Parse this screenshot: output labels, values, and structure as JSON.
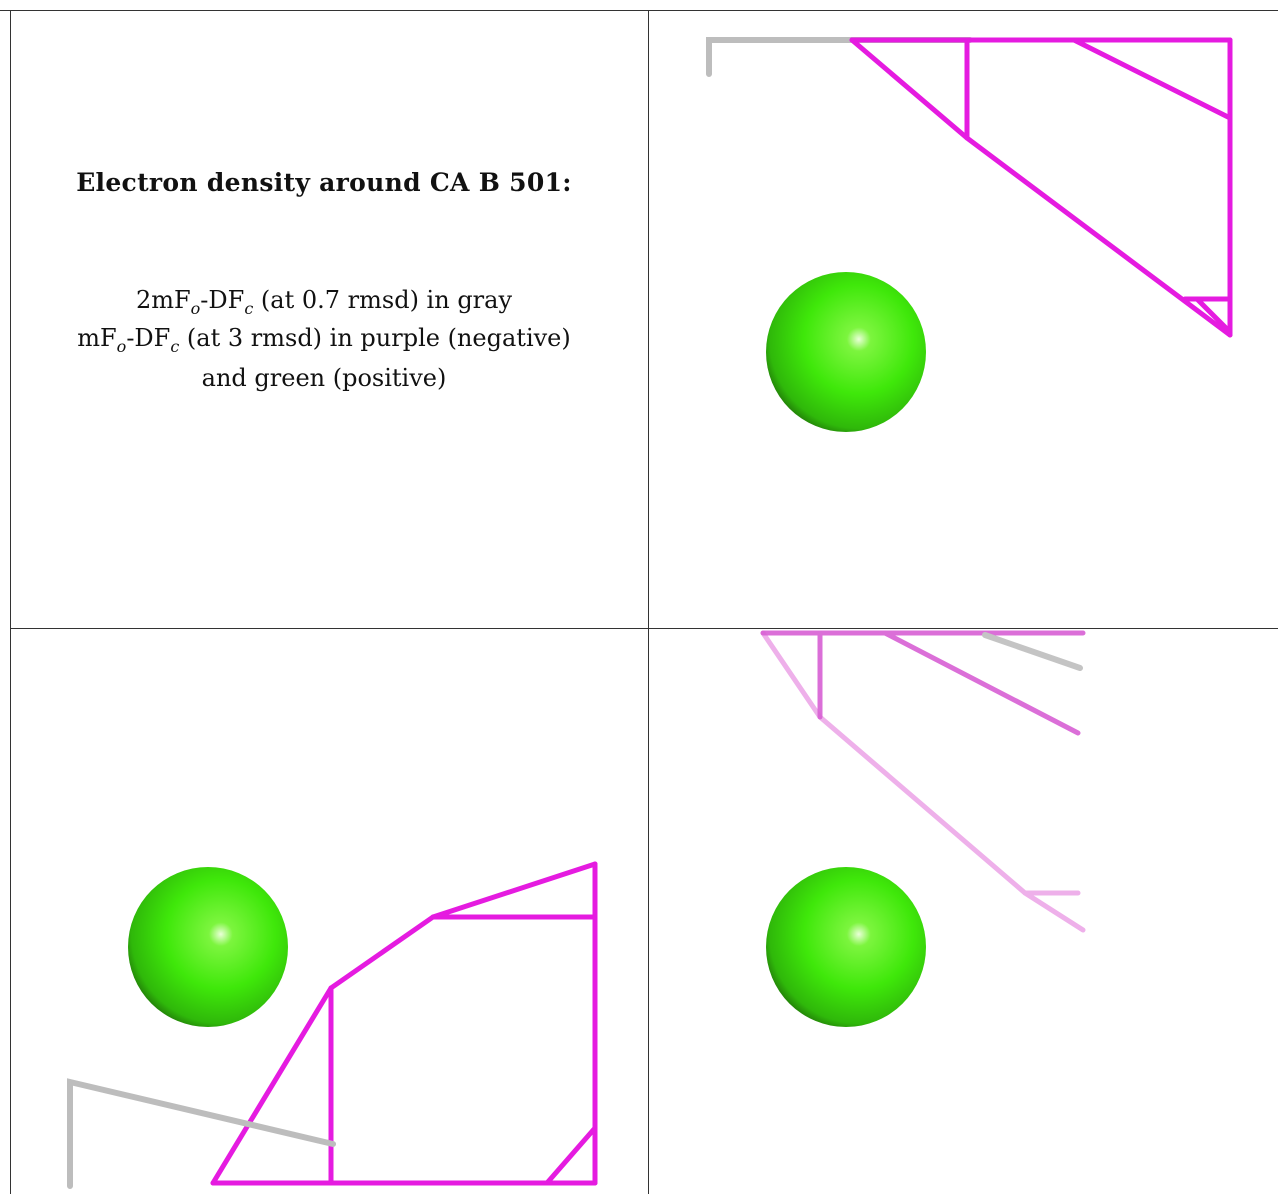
{
  "caption": {
    "heading": "Electron density around CA B 501:",
    "line1": {
      "a": "2mF",
      "sub1": "o",
      "b": "-DF",
      "sub2": "c",
      "c": " (at 0.7 rmsd) in gray"
    },
    "line2": {
      "a": "mF",
      "sub1": "o",
      "b": "-DF",
      "sub2": "c",
      "c": " (at 3 rmsd) in purple (negative)"
    },
    "line3": "and green (positive)"
  },
  "colors": {
    "negative_density": "#e51be0",
    "positive_density": "#3fe80a",
    "model_stick": "#bdbdbd",
    "grid": "#333333"
  },
  "panels": [
    {
      "name": "view-top-right"
    },
    {
      "name": "view-bottom-left"
    },
    {
      "name": "view-bottom-right"
    }
  ]
}
